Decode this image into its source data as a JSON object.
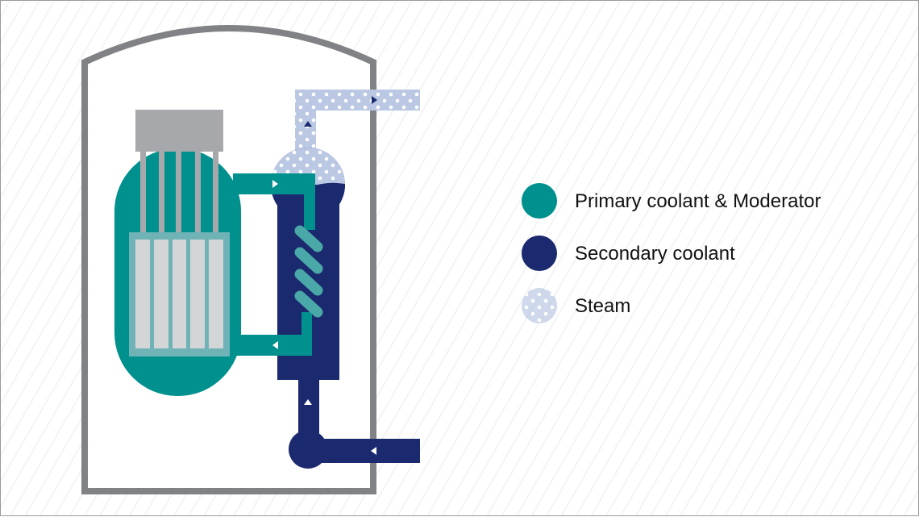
{
  "colors": {
    "primary_coolant": "#00918e",
    "secondary_coolant": "#1b2a6e",
    "steam": "#bac8e3",
    "containment": "#818285",
    "control_head": "#a7a8ab",
    "fuel_rod": "#d4d5d7",
    "fuel_frame": "#6fb3b6",
    "coil": "#4aa8a8"
  },
  "legend": [
    {
      "label": "Primary coolant & Moderator",
      "color": "#00918e",
      "pattern": "solid"
    },
    {
      "label": "Secondary coolant",
      "color": "#1b2a6e",
      "pattern": "solid"
    },
    {
      "label": "Steam",
      "color": "#bac8e3",
      "pattern": "dotted"
    }
  ]
}
